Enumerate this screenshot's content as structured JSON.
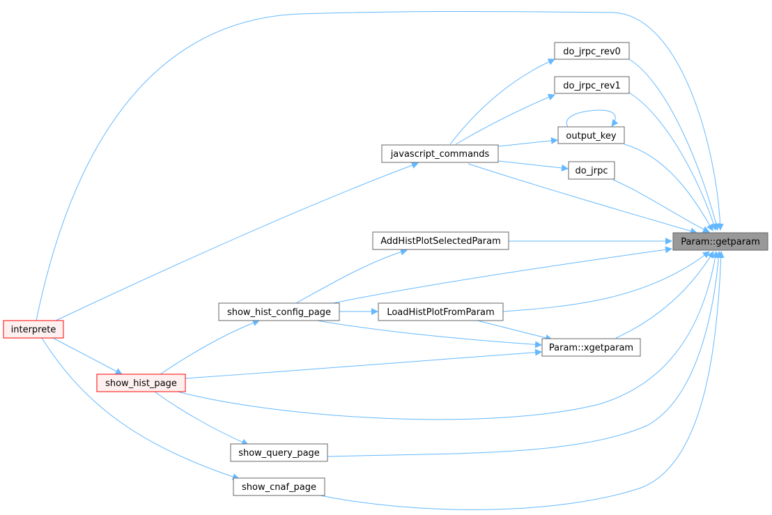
{
  "graph": {
    "title": "Param::getparam",
    "colors": {
      "edge": "#63b8ff",
      "node_border": "#666666",
      "node_fill": "#ffffff",
      "focus_fill": "#999999",
      "focus_border": "#666666",
      "truncated_border": "#ff0000",
      "truncated_fill": "#fff0f0"
    },
    "nodes": {
      "getparam": "Param::getparam",
      "do_jrpc_rev0": "do_jrpc_rev0",
      "do_jrpc_rev1": "do_jrpc_rev1",
      "output_key": "output_key",
      "javascript_commands": "javascript_commands",
      "do_jrpc": "do_jrpc",
      "AddHistPlotSelectedParam": "AddHistPlotSelectedParam",
      "show_hist_config_page": "show_hist_config_page",
      "LoadHistPlotFromParam": "LoadHistPlotFromParam",
      "interprete": "interprete",
      "xgetparam": "Param::xgetparam",
      "show_hist_page": "show_hist_page",
      "show_query_page": "show_query_page",
      "show_cnaf_page": "show_cnaf_page"
    }
  }
}
